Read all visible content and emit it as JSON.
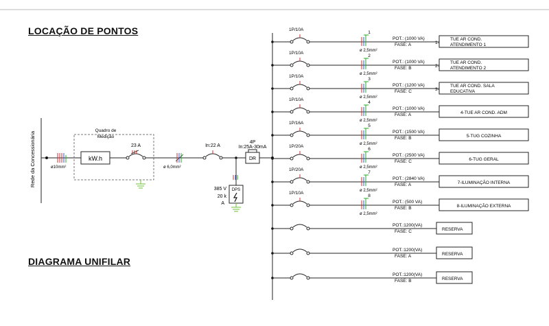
{
  "titles": {
    "top": "LOCAÇÃO DE PONTOS",
    "bottom": "DIAGRAMA UNIFILAR"
  },
  "supply": {
    "vertical_label": "Rede da Concessionária",
    "input_cable": "ø10mm²",
    "meter_box_title_1": "Quadro de",
    "meter_box_title_2": "Medição",
    "meter_label": "kW.h",
    "breaker_label": "23 A",
    "cable_after_meter": "ø 6,0mm²",
    "main_breaker": "In:22 A",
    "dr_top_1": "4P",
    "dr_top_2": "In:25A-30mA",
    "dr_label": "DR",
    "dps_label": "DPS",
    "dps_v": "385 V",
    "dps_k": "20 k",
    "dps_a": "A"
  },
  "circuits": [
    {
      "breaker": "1P/10A",
      "num": "1",
      "cable": "ø 2,5mm²",
      "pot": "POT.: (1000 VA)",
      "fase": "FASE: A",
      "load_num": "1-",
      "load_1": "TUE AR COND.",
      "load_2": "ATENDIMENTO 1"
    },
    {
      "breaker": "1P/10A",
      "num": "2",
      "cable": "ø 2,5mm²",
      "pot": "POT.: (1000 VA)",
      "fase": "FASE: B",
      "load_num": "2-",
      "load_1": "TUE AR COND.",
      "load_2": "ATENDIMENTO 2"
    },
    {
      "breaker": "1P/10A",
      "num": "3",
      "cable": "ø 2,5mm²",
      "pot": "POT.: (1200 VA)",
      "fase": "FASE: C",
      "load_num": "3-",
      "load_1": "TUE AR COND. SALA",
      "load_2": "EDUCATIVA"
    },
    {
      "breaker": "1P/10A",
      "num": "4",
      "cable": "ø 2,5mm²",
      "pot": "POT.: (1000 VA)",
      "fase": "FASE: A",
      "load_num": "",
      "load_1": "4-TUE AR COND. ADM",
      "load_2": ""
    },
    {
      "breaker": "1P/16A",
      "num": "5",
      "cable": "ø 2,5mm²",
      "pot": "POT.: (1500 VA)",
      "fase": "FASE: B",
      "load_num": "",
      "load_1": "5-TUG COZINHA",
      "load_2": ""
    },
    {
      "breaker": "1P/20A",
      "num": "6",
      "cable": "ø 2,5mm²",
      "pot": "POT.: (2500 VA)",
      "fase": "FASE: C",
      "load_num": "",
      "load_1": "6-TUG GERAL",
      "load_2": ""
    },
    {
      "breaker": "1P/20A",
      "num": "7",
      "cable": "ø 2,5mm²",
      "pot": "POT.: (2840 VA)",
      "fase": "FASE: A",
      "load_num": "",
      "load_1": "7-ILUMINAÇÃO INTERNA",
      "load_2": ""
    },
    {
      "breaker": "1P/10A",
      "num": "8",
      "cable": "ø 2,5mm²",
      "pot": "POT.: (500 VA)",
      "fase": "FASE: B",
      "load_num": "",
      "load_1": "8-ILUMINAÇÃO EXTERNA",
      "load_2": ""
    }
  ],
  "reserves": [
    {
      "pot": "POT.:1200(VA)",
      "fase": "FASE: C",
      "label": "RESERVA"
    },
    {
      "pot": "POT.:1200(VA)",
      "fase": "FASE: A",
      "label": "RESERVA"
    },
    {
      "pot": "POT.:1200(VA)",
      "fase": "FASE: B",
      "label": "RESERVA"
    }
  ],
  "colors": {
    "line": "#222222",
    "phase_red": "#d23030",
    "phase_blue": "#2f5fd0",
    "neutral_green": "#2aa82a",
    "ground_green": "#6fbf3a",
    "dashed": "#777777"
  }
}
